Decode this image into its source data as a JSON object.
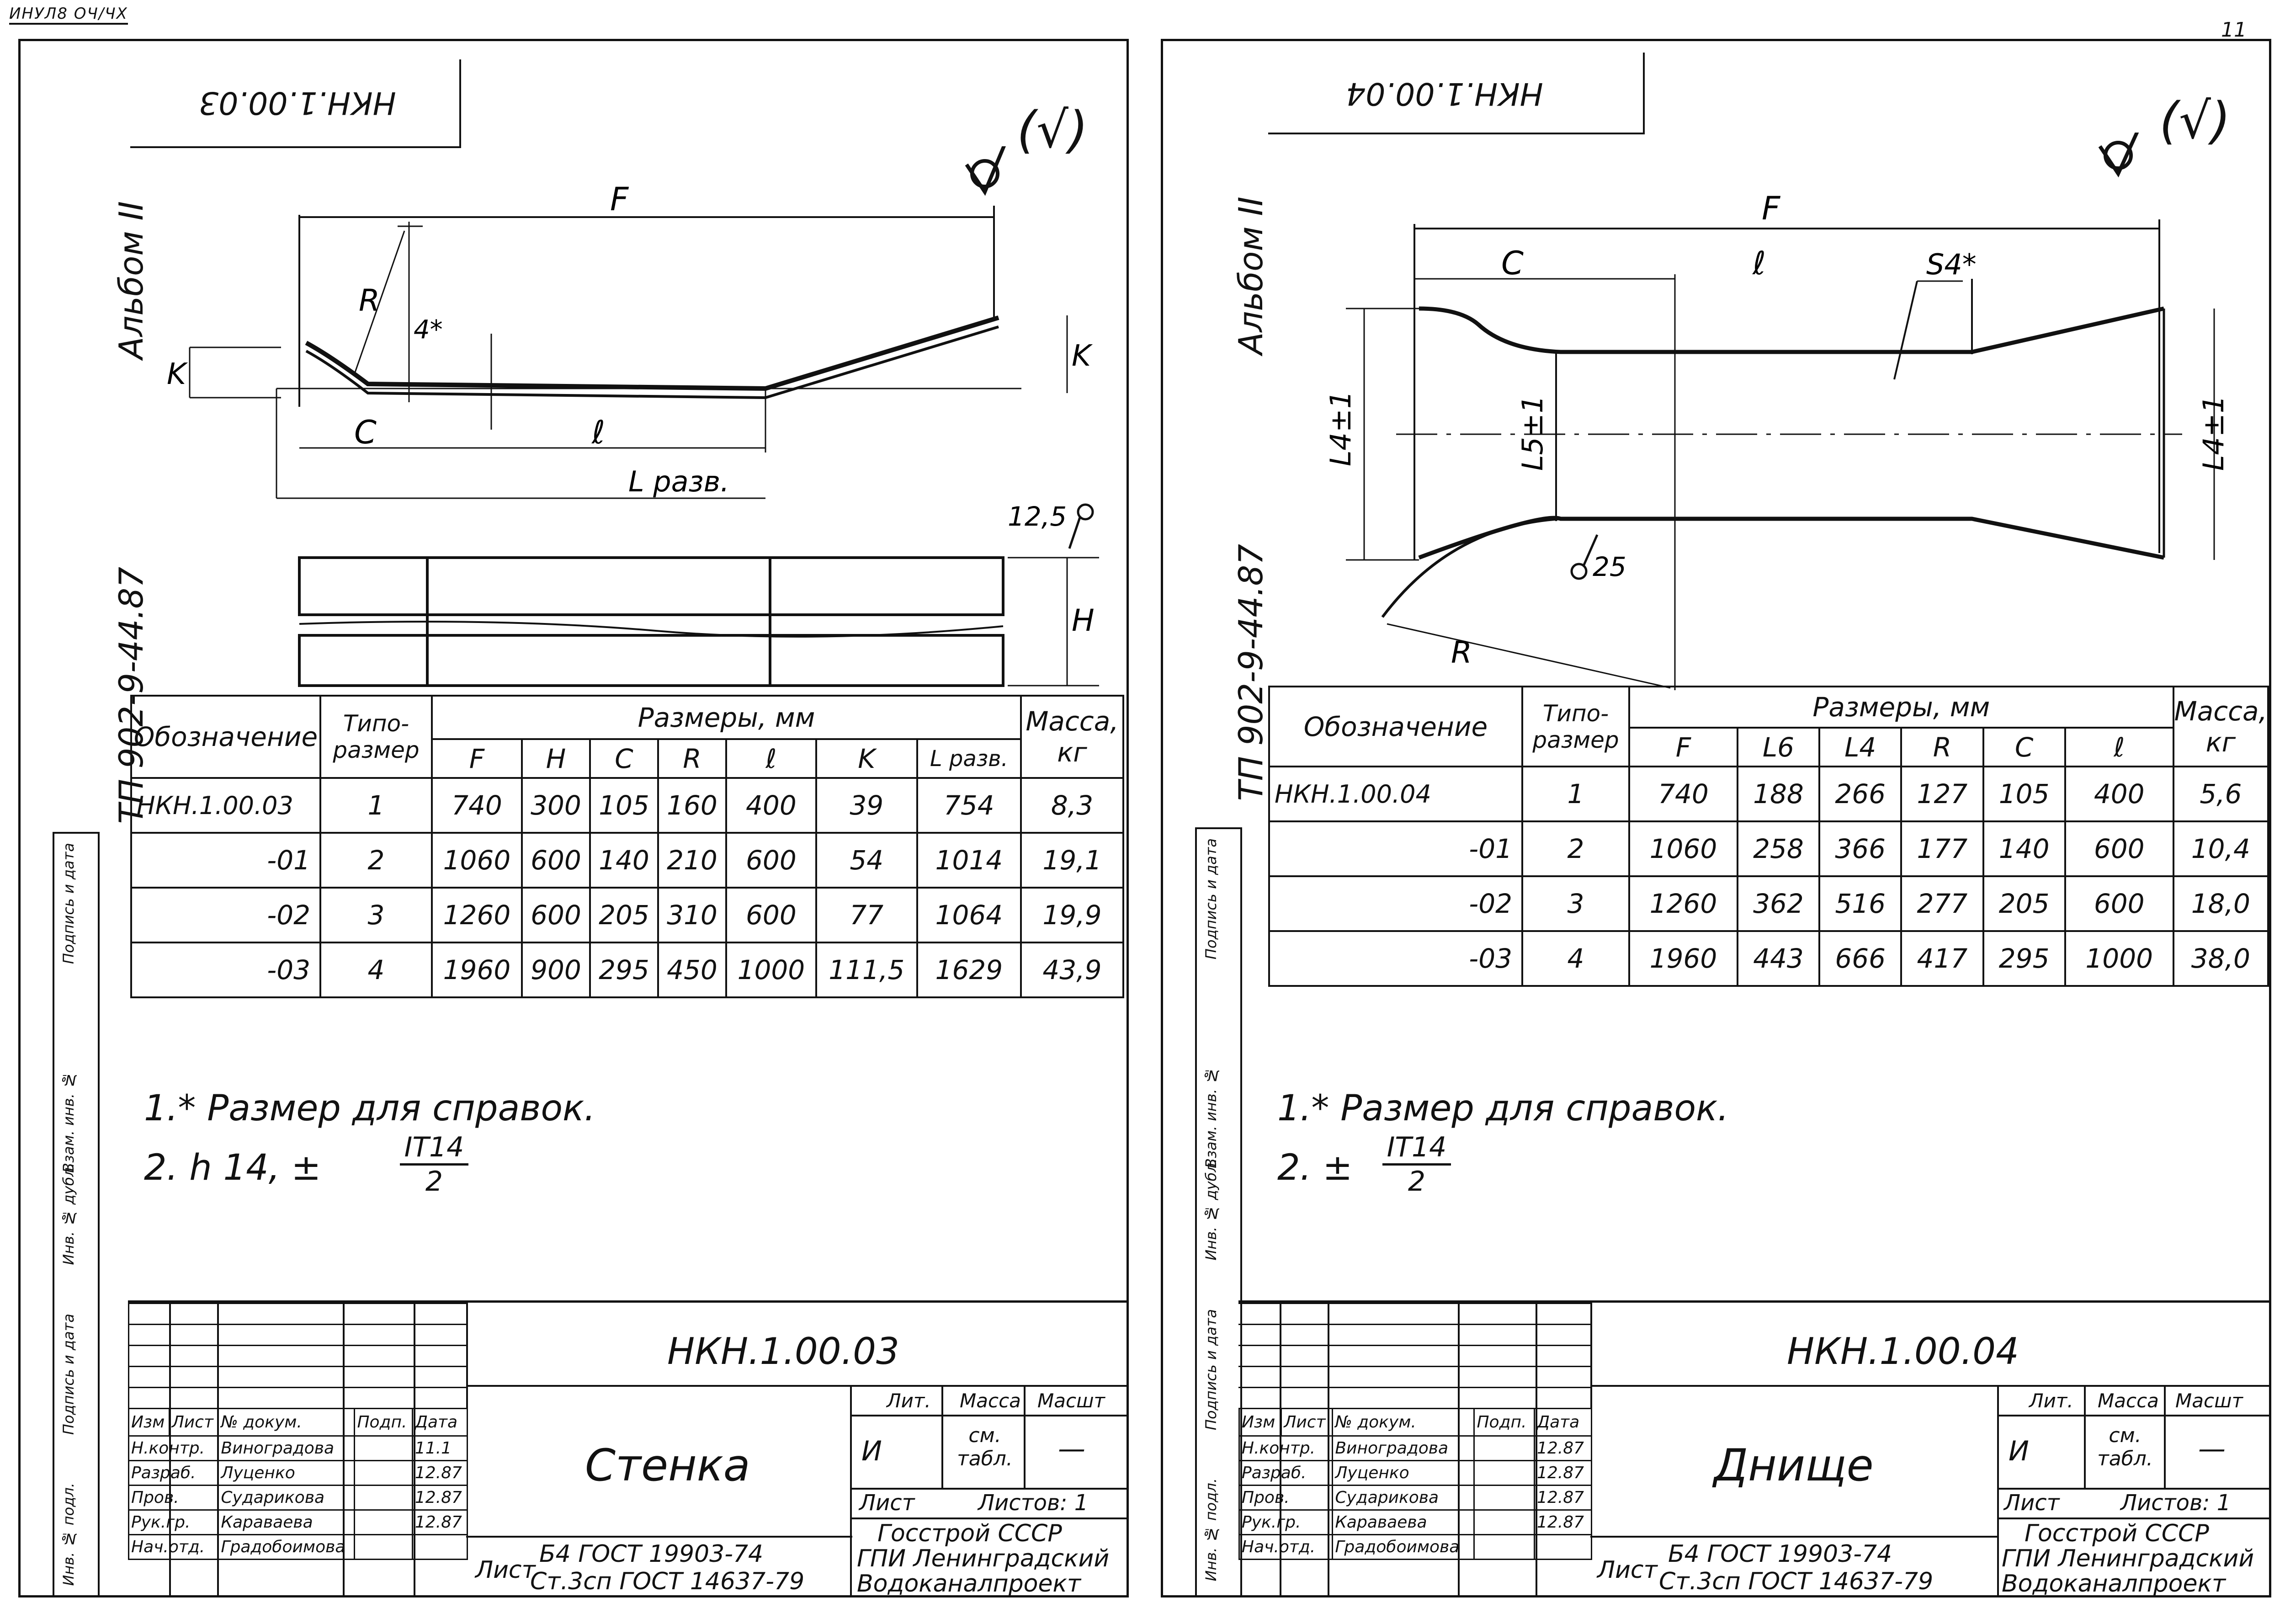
{
  "corner_stamp": "ИНУЛ8 ОЧ/ЧХ",
  "page_number": "11",
  "sheets": [
    {
      "code_rotated": "НКН.1.00.03",
      "album": "Альбом II",
      "project": "ТП 902-9-44.87",
      "roughness": "(√)",
      "dims": {
        "F": "F",
        "R": "R",
        "K": "K",
        "C": "C",
        "l": "ℓ",
        "L": "L разв.",
        "four": "4*",
        "rough": "12,5",
        "H": "H"
      },
      "table": {
        "col_designation": "Обозначение",
        "col_type": "Типо-размер",
        "col_dims": "Размеры, мм",
        "col_mass": "Масса, кг",
        "sub_headers": [
          "F",
          "H",
          "C",
          "R",
          "ℓ",
          "K",
          "L разв."
        ],
        "rows": [
          [
            "НКН.1.00.03",
            "1",
            "740",
            "300",
            "105",
            "160",
            "400",
            "39",
            "754",
            "8,3"
          ],
          [
            "-01",
            "2",
            "1060",
            "600",
            "140",
            "210",
            "600",
            "54",
            "1014",
            "19,1"
          ],
          [
            "-02",
            "3",
            "1260",
            "600",
            "205",
            "310",
            "600",
            "77",
            "1064",
            "19,9"
          ],
          [
            "-03",
            "4",
            "1960",
            "900",
            "295",
            "450",
            "1000",
            "111,5",
            "1629",
            "43,9"
          ]
        ]
      },
      "notes": [
        "1.* Размер для справок.",
        "2.  h 14,   ±"
      ],
      "fraction": {
        "num": "IT14",
        "den": "2"
      },
      "title_block": {
        "code": "НКН.1.00.03",
        "name": "Стенка",
        "lit": "Лит.",
        "mass": "Масса",
        "scale": "Масшт",
        "lit_val": "И",
        "mass_val": "см. табл.",
        "scale_val": "—",
        "sheet": "Лист",
        "sheets": "Листов: 1",
        "material_label": "Лист",
        "material_1": "Б4 ГОСТ 19903-74",
        "material_2": "Ст.3сп ГОСТ 14637-79",
        "org_1": "Госстрой СССР",
        "org_2": "ГПИ Ленинградский",
        "org_3": "Водоканалпроект",
        "roles": [
          [
            "Изм",
            "Лист",
            "№ докум.",
            "Подп.",
            "Дата"
          ],
          [
            "Н.контр.",
            "Виноградова",
            "",
            "11.1"
          ],
          [
            "Разраб.",
            "Луценко",
            "",
            "12.87"
          ],
          [
            "Пров.",
            "Сударикова",
            "",
            "12.87"
          ],
          [
            "Рук.гр.",
            "Караваева",
            "",
            "12.87"
          ],
          [
            "Нач.отд.",
            "Градобоимова",
            "",
            ""
          ]
        ]
      }
    },
    {
      "code_rotated": "НКН.1.00.04",
      "album": "Альбом II",
      "project": "ТП 902-9-44.87",
      "roughness": "(√)",
      "dims": {
        "F": "F",
        "C": "C",
        "l": "ℓ",
        "S": "S4*",
        "L4": "L4±1",
        "L5": "L5±1",
        "R": "R",
        "rough": "25"
      },
      "table": {
        "col_designation": "Обозначение",
        "col_type": "Типо-размер",
        "col_dims": "Размеры, мм",
        "col_mass": "Масса, кг",
        "sub_headers": [
          "F",
          "L6",
          "L4",
          "R",
          "C",
          "ℓ"
        ],
        "rows": [
          [
            "НКН.1.00.04",
            "1",
            "740",
            "188",
            "266",
            "127",
            "105",
            "400",
            "5,6"
          ],
          [
            "-01",
            "2",
            "1060",
            "258",
            "366",
            "177",
            "140",
            "600",
            "10,4"
          ],
          [
            "-02",
            "3",
            "1260",
            "362",
            "516",
            "277",
            "205",
            "600",
            "18,0"
          ],
          [
            "-03",
            "4",
            "1960",
            "443",
            "666",
            "417",
            "295",
            "1000",
            "38,0"
          ]
        ]
      },
      "notes": [
        "1.* Размер для справок.",
        "2.  ±"
      ],
      "fraction": {
        "num": "IT14",
        "den": "2"
      },
      "title_block": {
        "code": "НКН.1.00.04",
        "name": "Днище",
        "lit": "Лит.",
        "mass": "Масса",
        "scale": "Масшт",
        "lit_val": "И",
        "mass_val": "см. табл.",
        "scale_val": "—",
        "sheet": "Лист",
        "sheets": "Листов: 1",
        "material_label": "Лист",
        "material_1": "Б4 ГОСТ 19903-74",
        "material_2": "Ст.3сп ГОСТ 14637-79",
        "org_1": "Госстрой СССР",
        "org_2": "ГПИ Ленинградский",
        "org_3": "Водоканалпроект",
        "roles": [
          [
            "Изм",
            "Лист",
            "№ докум.",
            "Подп.",
            "Дата"
          ],
          [
            "Н.контр.",
            "Виноградова",
            "",
            "12.87"
          ],
          [
            "Разраб.",
            "Луценко",
            "",
            "12.87"
          ],
          [
            "Пров.",
            "Сударикова",
            "",
            "12.87"
          ],
          [
            "Рук.гр.",
            "Караваева",
            "",
            "12.87"
          ],
          [
            "Нач.отд.",
            "Градобоимова",
            "",
            ""
          ]
        ]
      }
    }
  ],
  "margin_labels": [
    "Подпись и дата",
    "Взам. инв. №",
    "Инв. № дубл.",
    "Подпись и дата",
    "Инв. № подл."
  ]
}
